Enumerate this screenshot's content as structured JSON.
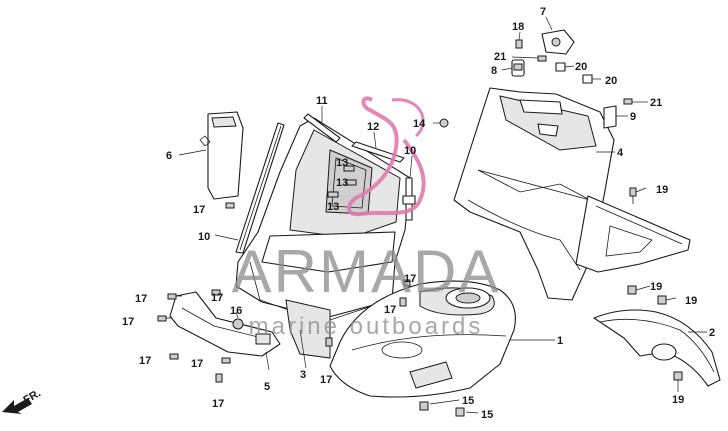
{
  "watermark": {
    "brand": "ARMADA",
    "tagline": "marine outboards",
    "logo_color": "#e07ab0"
  },
  "direction_marker": {
    "label": "FR."
  },
  "callouts": {
    "c1": "1",
    "c2": "2",
    "c3": "3",
    "c4": "4",
    "c5": "5",
    "c6": "6",
    "c7": "7",
    "c8": "8",
    "c9": "9",
    "c10a": "10",
    "c10b": "10",
    "c11": "11",
    "c12": "12",
    "c13a": "13",
    "c13b": "13",
    "c13c": "13",
    "c14": "14",
    "c15a": "15",
    "c15b": "15",
    "c16": "16",
    "c17a": "17",
    "c17b": "17",
    "c17c": "17",
    "c17d": "17",
    "c17e": "17",
    "c17f": "17",
    "c17g": "17",
    "c17h": "17",
    "c17i": "17",
    "c17j": "17",
    "c18": "18",
    "c19a": "19",
    "c19b": "19",
    "c19c": "19",
    "c19d": "19",
    "c20a": "20",
    "c20b": "20",
    "c21a": "21",
    "c21b": "21"
  }
}
